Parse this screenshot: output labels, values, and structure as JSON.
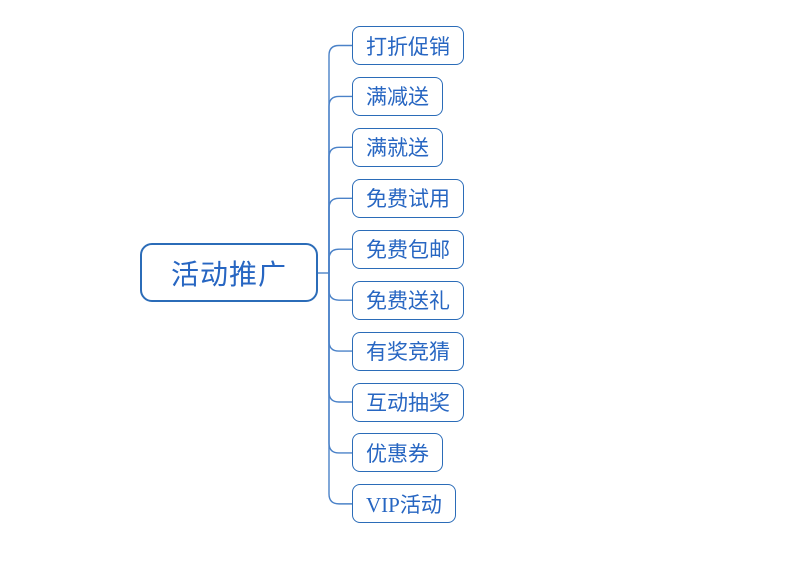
{
  "colors": {
    "node_border": "#2b6cb8",
    "node_text": "#2766c2",
    "connector": "#4b82c8",
    "node_fill": "#ffffff",
    "background": "#ffffff"
  },
  "mindmap": {
    "root": {
      "label": "活动推广"
    },
    "children": [
      {
        "label": "打折促销"
      },
      {
        "label": "满减送"
      },
      {
        "label": "满就送"
      },
      {
        "label": "免费试用"
      },
      {
        "label": "免费包邮"
      },
      {
        "label": "免费送礼"
      },
      {
        "label": "有奖竞猜"
      },
      {
        "label": "互动抽奖"
      },
      {
        "label": "优惠券"
      },
      {
        "label": "VIP活动"
      }
    ]
  }
}
